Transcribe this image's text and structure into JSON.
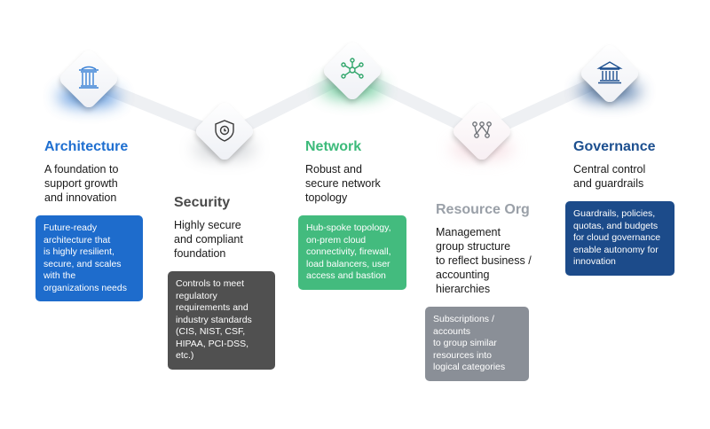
{
  "colors": {
    "architecture": "#1f6fd0",
    "architecture_box": "#1e6ccc",
    "security": "#4a4a4a",
    "security_box": "#505050",
    "network": "#3cba7a",
    "network_box": "#43bb7e",
    "resource": "#9aa0a8",
    "resource_box": "#8a8f97",
    "governance": "#1c4f8f",
    "governance_box": "#1c4b8a"
  },
  "pillars": [
    {
      "id": "architecture",
      "icon": "pillar-column-icon",
      "title": "Architecture",
      "desc_lines": [
        "A foundation to",
        "support growth",
        "and innovation"
      ],
      "box_lines": [
        "Future-ready",
        "architecture that",
        "is highly resilient,",
        "secure, and scales",
        "with the",
        "organizations needs"
      ]
    },
    {
      "id": "security",
      "icon": "shield-lock-icon",
      "title": "Security",
      "desc_lines": [
        "Highly secure",
        "and compliant",
        "foundation"
      ],
      "box_lines": [
        "Controls to meet",
        "regulatory",
        "requirements and",
        "industry standards",
        "(CIS, NIST, CSF,",
        "HIPAA, PCI-DSS, etc.)"
      ]
    },
    {
      "id": "network",
      "icon": "hub-network-icon",
      "title": "Network",
      "desc_lines": [
        "Robust and",
        "secure network",
        "topology"
      ],
      "box_lines": [
        "Hub-spoke topology,",
        "on-prem cloud",
        "connectivity, firewall,",
        "load balancers, user",
        "access and bastion"
      ]
    },
    {
      "id": "resource",
      "icon": "org-structure-icon",
      "title": "Resource Org",
      "desc_lines": [
        "Management",
        "group structure",
        "to reflect business /",
        "accounting",
        "hierarchies"
      ],
      "box_lines": [
        "Subscriptions /",
        "accounts",
        "to group similar",
        "resources into",
        "logical categories"
      ]
    },
    {
      "id": "governance",
      "icon": "government-building-icon",
      "title": "Governance",
      "desc_lines": [
        "Central control",
        "and guardrails"
      ],
      "box_lines": [
        "Guardrails, policies,",
        "quotas, and budgets",
        "for cloud governance",
        "enable autonomy for",
        "innovation"
      ]
    }
  ]
}
